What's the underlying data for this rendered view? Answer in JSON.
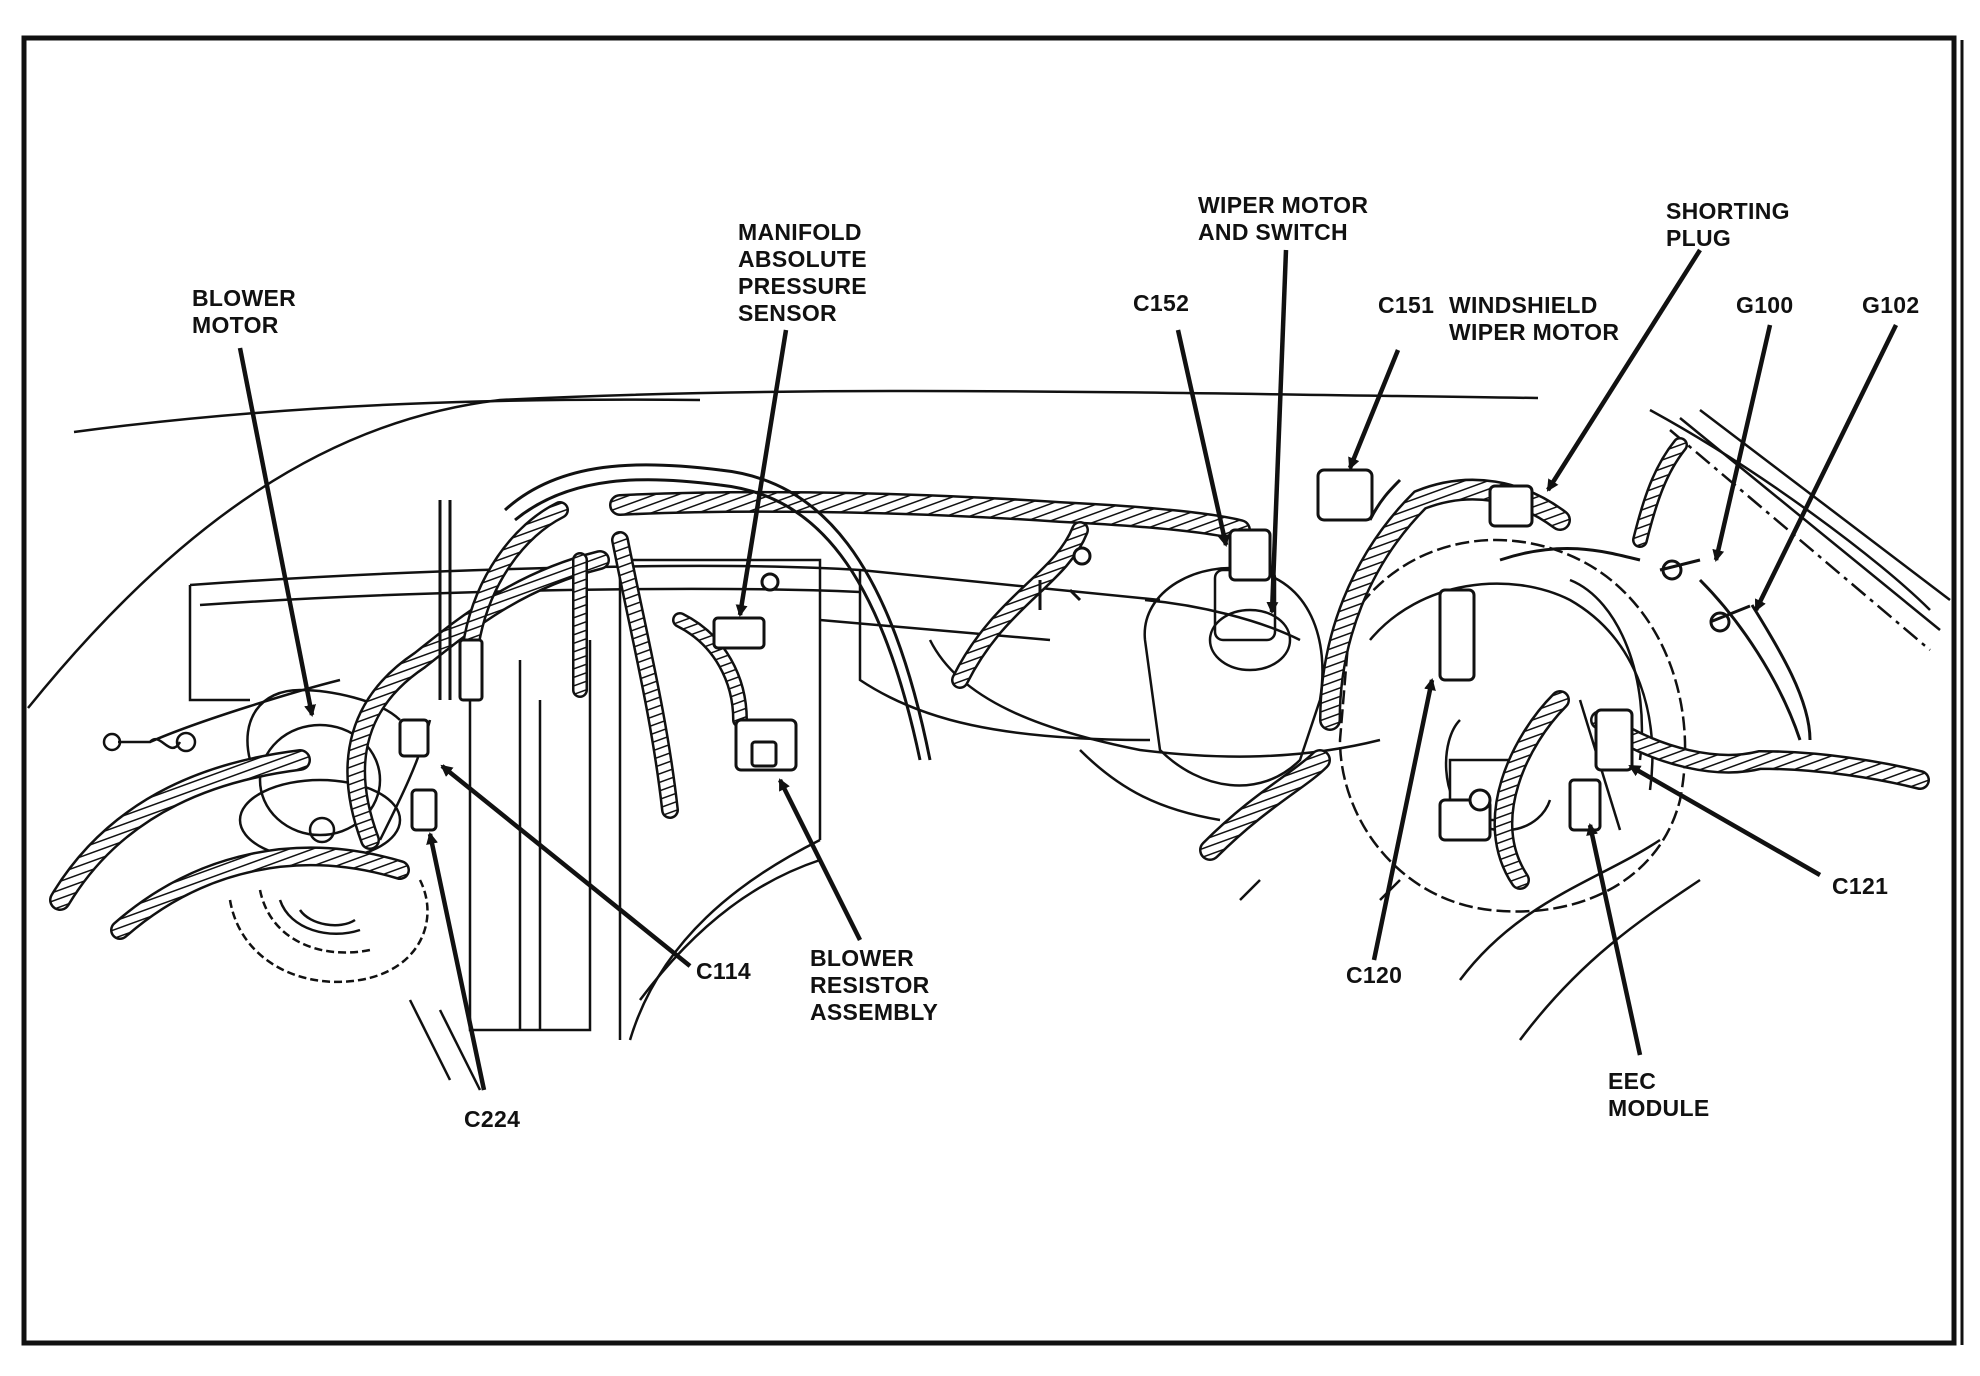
{
  "colors": {
    "ink": "#111111",
    "paper": "#ffffff"
  },
  "labels": {
    "blower_motor": [
      "BLOWER",
      "MOTOR"
    ],
    "map_sensor": [
      "MANIFOLD",
      "ABSOLUTE",
      "PRESSURE",
      "SENSOR"
    ],
    "wiper_motor_switch": [
      "WIPER MOTOR",
      "AND SWITCH"
    ],
    "c152": "C152",
    "c151": "C151",
    "windshield_wiper_motor": [
      "WINDSHIELD",
      "WIPER MOTOR"
    ],
    "shorting_plug": [
      "SHORTING",
      "PLUG"
    ],
    "g100": "G100",
    "g102": "G102",
    "c114": "C114",
    "blower_resistor": [
      "BLOWER",
      "RESISTOR",
      "ASSEMBLY"
    ],
    "c224": "C224",
    "c120": "C120",
    "c121": "C121",
    "eec_module": [
      "EEC",
      "MODULE"
    ]
  }
}
